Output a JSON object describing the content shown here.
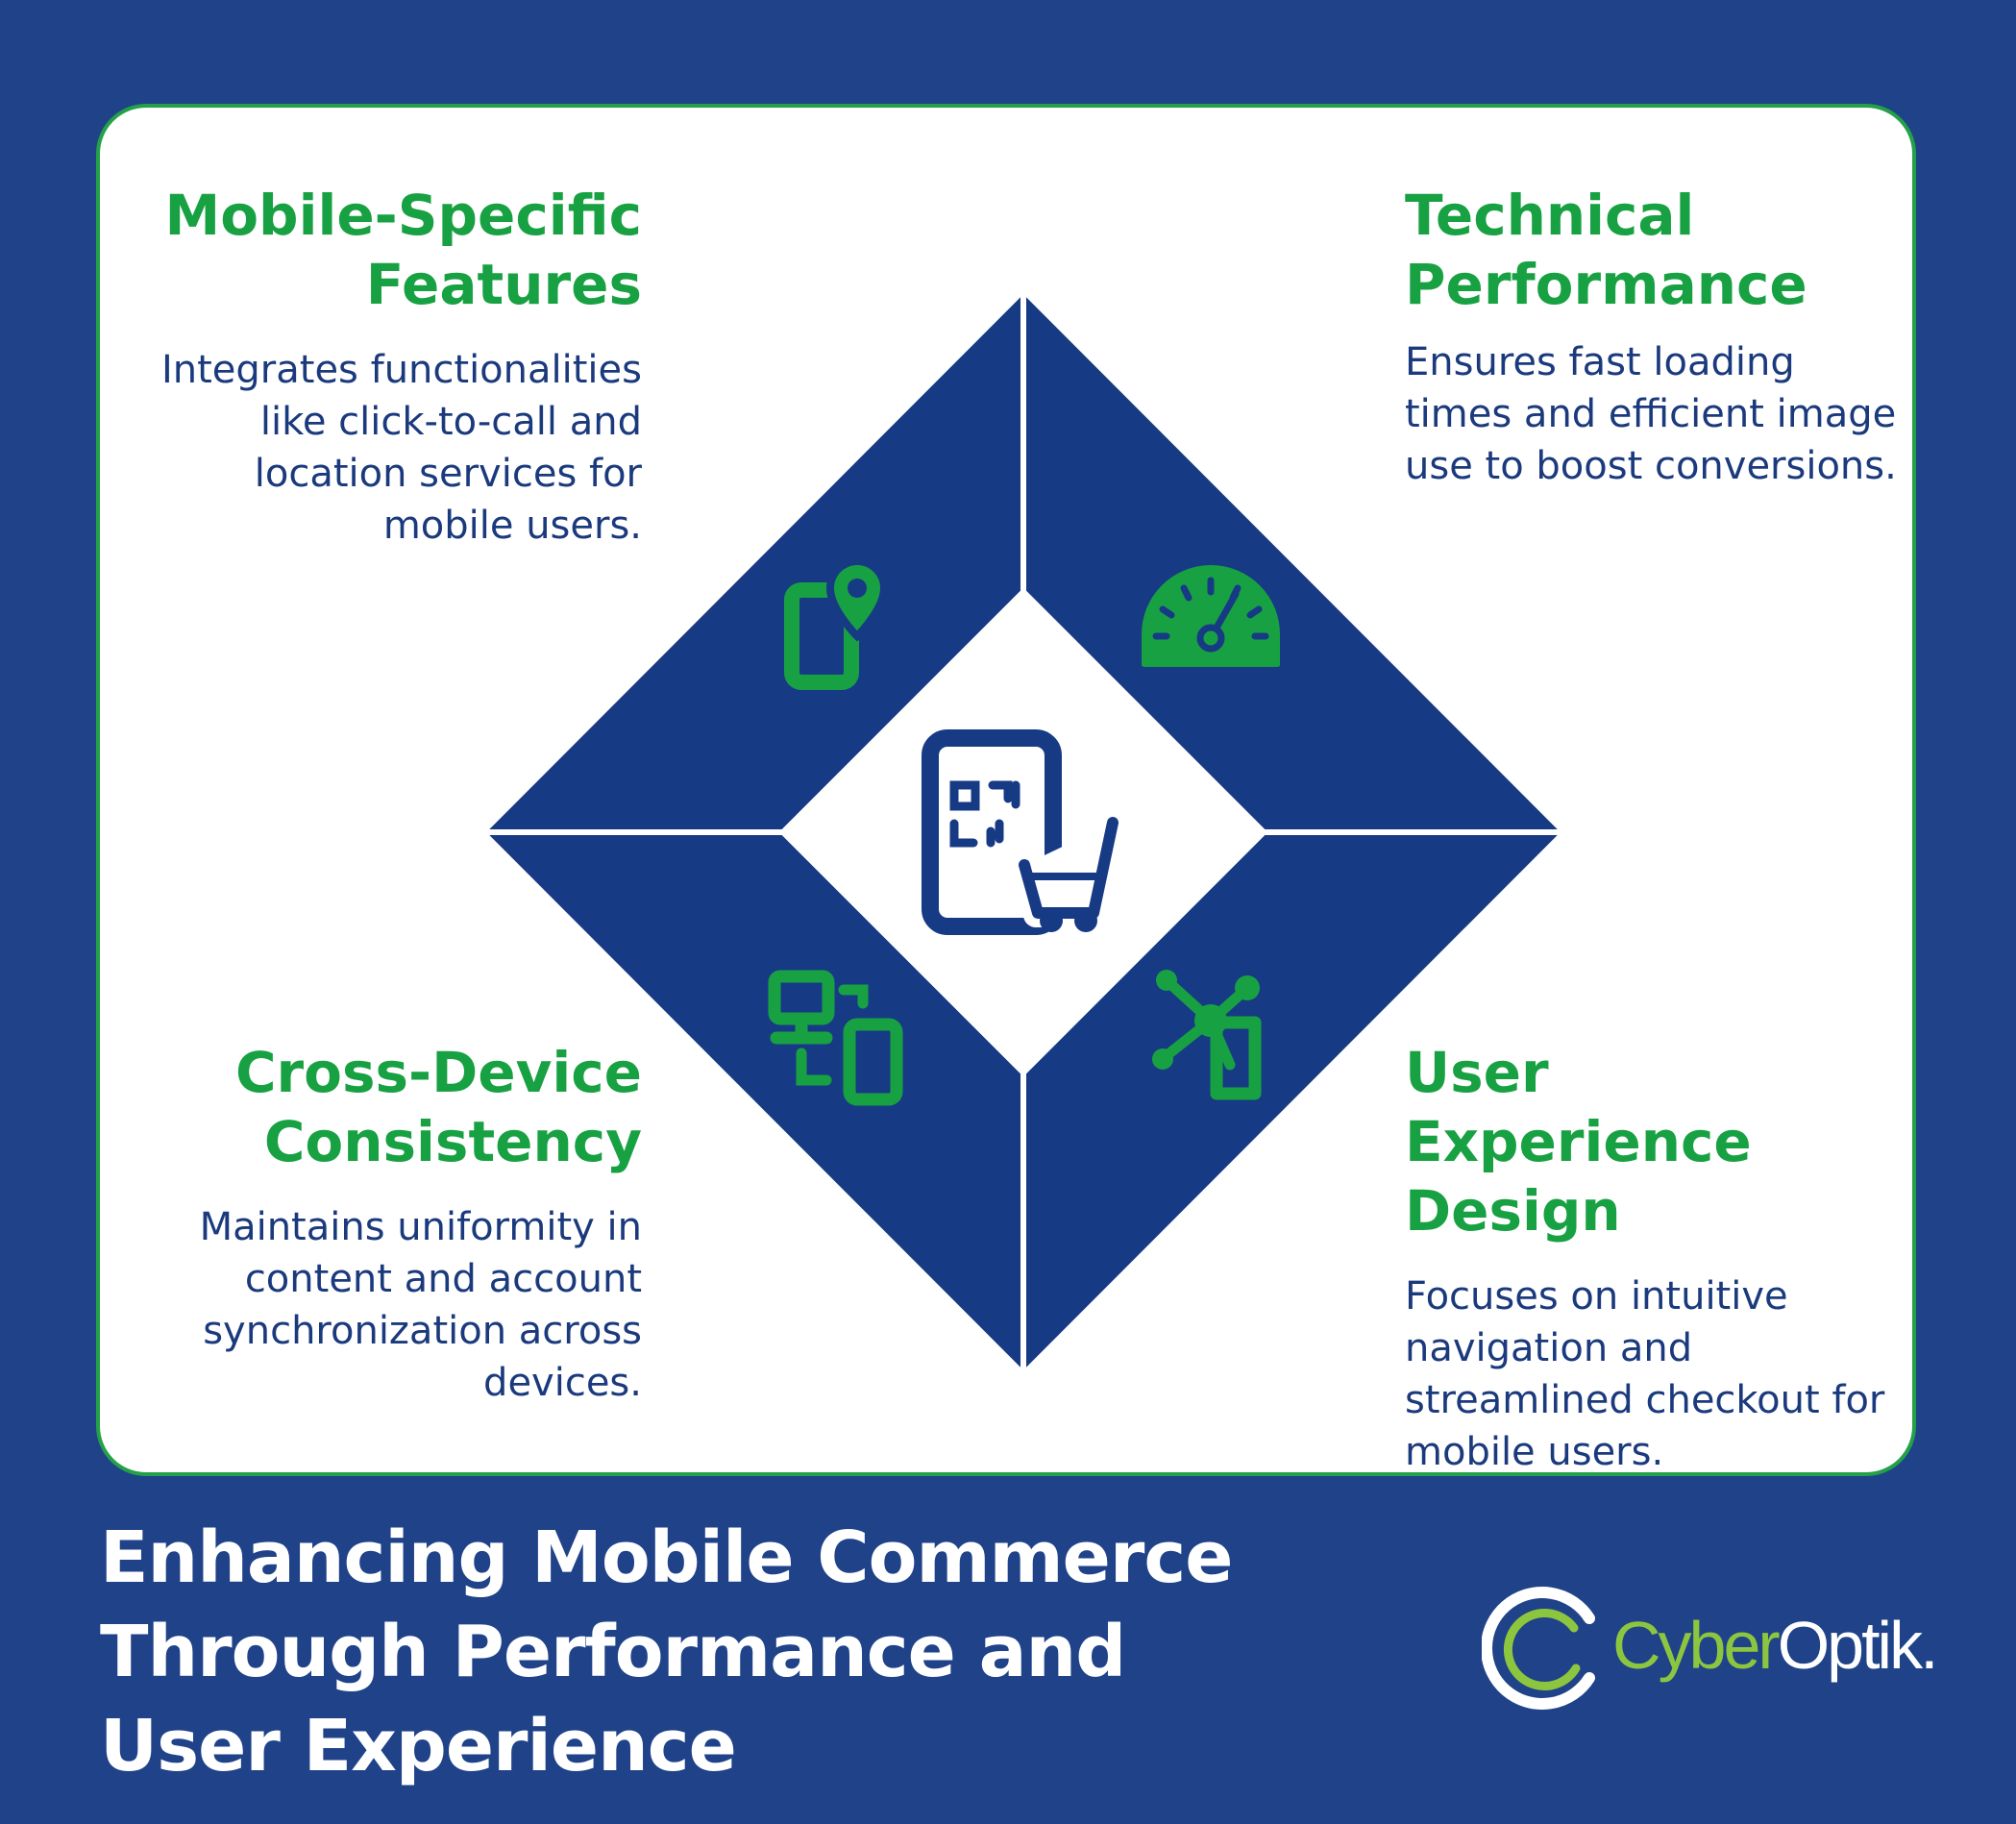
{
  "sections": [
    {
      "heading": "Mobile-Specific\nFeatures",
      "text": "Integrates functionalities like click-to-call and location services for mobile users.",
      "icon": "phone-location-icon"
    },
    {
      "heading": "Technical\nPerformance",
      "text": "Ensures fast loading times and efficient image use to boost conversions.",
      "icon": "speedometer-icon"
    },
    {
      "heading": "Cross-Device\nConsistency",
      "text": "Maintains uniformity in content and account synchronization across devices.",
      "icon": "multi-device-icon"
    },
    {
      "heading": "User Experience\nDesign",
      "text": "Focuses on intuitive navigation and streamlined checkout for mobile users.",
      "icon": "phone-network-icon"
    }
  ],
  "center_icon": "phone-qr-cart-icon",
  "title": "Enhancing Mobile Commerce Through Performance and User Experience",
  "logo": {
    "part1": "Cyber",
    "part2": "Optik."
  },
  "colors": {
    "background": "#1f4289",
    "diamond": "#173a85",
    "accent_green": "#18a142",
    "body_text": "#1b3a7d",
    "logo_green": "#8cc63f"
  }
}
